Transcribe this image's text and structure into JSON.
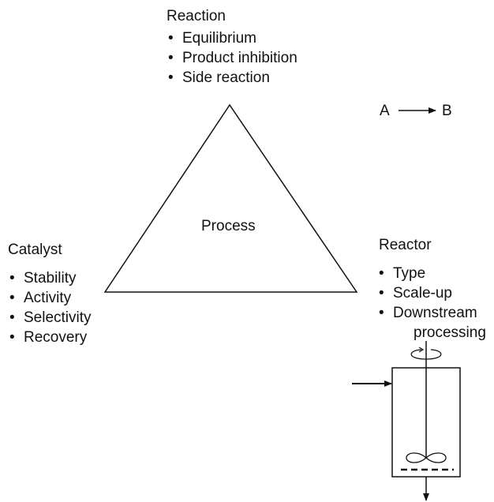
{
  "reaction": {
    "heading": "Reaction",
    "items": [
      "Equilibrium",
      "Product inhibition",
      "Side reaction"
    ]
  },
  "equation": {
    "left": "A",
    "right": "B"
  },
  "center": {
    "label": "Process"
  },
  "catalyst": {
    "heading": "Catalyst",
    "items": [
      "Stability",
      "Activity",
      "Selectivity",
      "Recovery"
    ]
  },
  "reactor": {
    "heading": "Reactor",
    "items": [
      "Type",
      "Scale-up",
      "Downstream",
      "processing"
    ]
  }
}
